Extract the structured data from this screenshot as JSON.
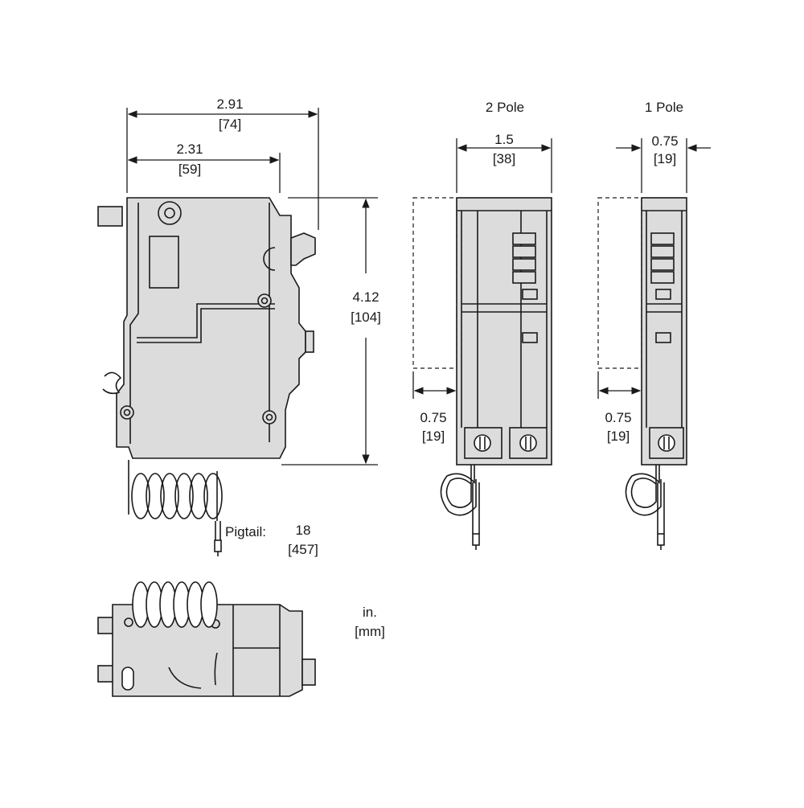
{
  "dimensions": {
    "overall_width": {
      "in": "2.91",
      "mm": "[74]"
    },
    "body_width": {
      "in": "2.31",
      "mm": "[59]"
    },
    "height": {
      "in": "4.12",
      "mm": "[104]"
    },
    "two_pole_width": {
      "in": "1.5",
      "mm": "[38]"
    },
    "one_pole_width": {
      "in": "0.75",
      "mm": "[19]"
    },
    "two_pole_offset": {
      "in": "0.75",
      "mm": "[19]"
    },
    "one_pole_offset": {
      "in": "0.75",
      "mm": "[19]"
    },
    "pigtail": {
      "label": "Pigtail:",
      "in": "18",
      "mm": "[457]"
    }
  },
  "view_titles": {
    "two_pole": "2 Pole",
    "one_pole": "1 Pole"
  },
  "units_legend": {
    "in": "in.",
    "mm": "[mm]"
  },
  "colors": {
    "body_fill": "#dcdcdc",
    "line": "#1a1a1a",
    "background": "#ffffff"
  }
}
